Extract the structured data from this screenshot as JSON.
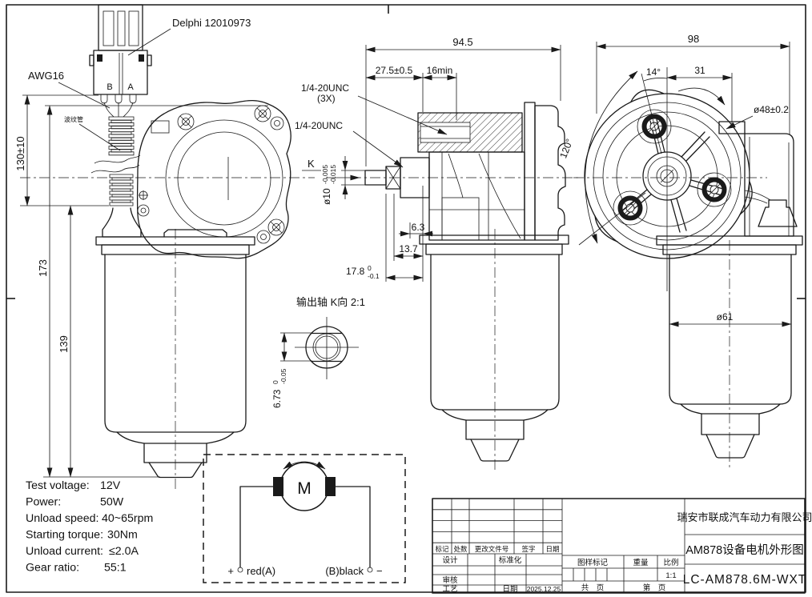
{
  "front_view": {
    "connector_label": "Delphi 12010973",
    "wire_label": "AWG16",
    "pin_b": "B",
    "pin_a": "A",
    "tube_label": "波纹管",
    "dim_cable": "130±10",
    "dim_height": "173",
    "dim_body": "139"
  },
  "side_view": {
    "dim_overall": "94.5",
    "dim_mount": "27.5±0.5",
    "dim_thread_depth": "16min",
    "thread_label": "1/4-20UNC",
    "thread_qty": "(3X)",
    "thread_label2": "1/4-20UNC",
    "view_arrow": "K",
    "shaft_dia": "ø10",
    "shaft_tol_up": "-0.005",
    "shaft_tol_lo": "-0.015",
    "dim_63": "6.3",
    "dim_137": "13.7",
    "dim_178": "17.8",
    "dim_178_up": "0",
    "dim_178_lo": "-0.1"
  },
  "rear_view": {
    "dim_width": "98",
    "dim_angle": "14°",
    "dim_31": "31",
    "dim_pilot": "ø48±0.2",
    "dim_angle2": "120°",
    "dim_can": "ø61"
  },
  "shaft_detail": {
    "title": "输出轴 K向 2:1",
    "dim": "6.73",
    "tol_up": "0",
    "tol_lo": "-0.05"
  },
  "circuit": {
    "motor": "M",
    "plus": "+",
    "wire_a": "red(A)",
    "wire_b": "(B)black",
    "minus": "−"
  },
  "specs": {
    "rows": [
      {
        "label": "Test voltage:",
        "value": "12V"
      },
      {
        "label": "Power:",
        "value": "50W"
      },
      {
        "label": "Unload speed:",
        "value": "40~65rpm"
      },
      {
        "label": "Starting torque:",
        "value": "30Nm"
      },
      {
        "label": "Unload current:",
        "value": "≤2.0A"
      },
      {
        "label": "Gear ratio:",
        "value": "55:1"
      }
    ]
  },
  "title_block": {
    "company": "瑞安市联成汽车动力有限公司",
    "drawing_title": "AM878设备电机外形图",
    "part_number": "LC-AM878.6M-WXT",
    "rev_headers": [
      "标记",
      "处数",
      "更改文件号",
      "签字",
      "日期"
    ],
    "sig_design": "设计",
    "sig_standard": "标准化",
    "sig_review": "审核",
    "sig_process": "工艺",
    "date_label": "日期",
    "date_value": "2025.12.25",
    "mark_label": "图样标记",
    "weight_label": "重量",
    "scale_label": "比例",
    "scale_value": "1:1",
    "total_pages": "共　页",
    "page_num": "第　页"
  }
}
